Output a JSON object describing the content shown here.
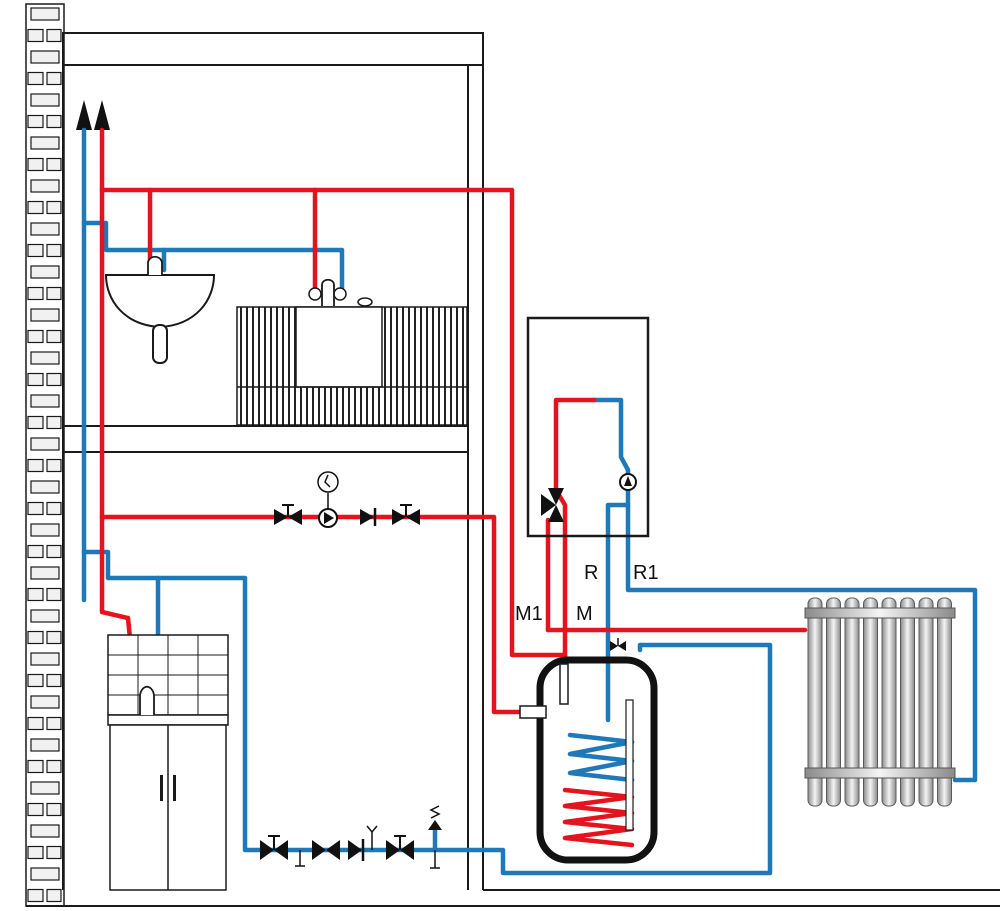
{
  "colors": {
    "hot": "#e3141d",
    "cold": "#1f78b8",
    "outline": "#1a1a1a",
    "brick": "#f1f1f1",
    "radiator": "#bdbdbd"
  },
  "labels": {
    "return_boiler": "R",
    "return_heating": "R1",
    "flow_heating": "M1",
    "flow_boiler": "M"
  },
  "icons": [
    "vent-arrow-icon",
    "gate-valve-icon",
    "circulation-pump-icon",
    "check-valve-icon",
    "safety-valve-icon",
    "three-way-valve-icon",
    "radiator-icon",
    "washbasin-icon",
    "kitchen-sink-icon",
    "bathtub-icon",
    "boiler-icon",
    "hot-water-tank-icon"
  ]
}
